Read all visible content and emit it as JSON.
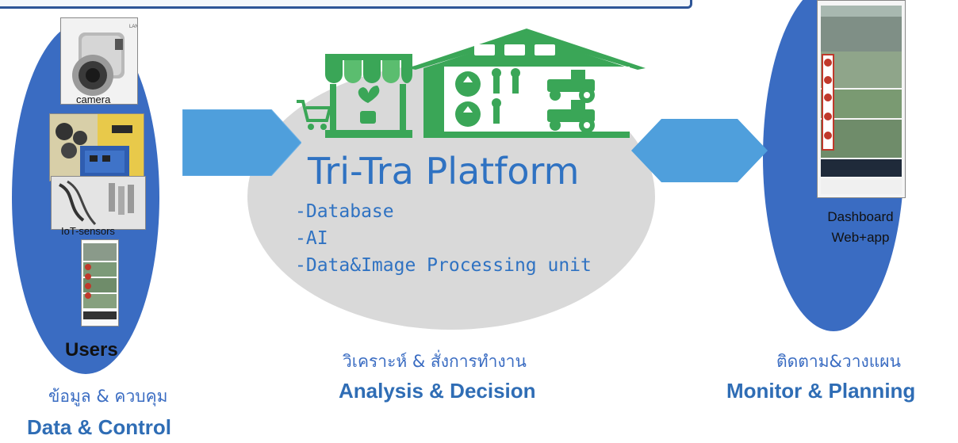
{
  "left": {
    "camera_label": "camera",
    "sensors_label": "IoT-sensors",
    "users_label": "Users",
    "caption_thai": "ข้อมูล & ควบคุม",
    "caption_en": "Data  & Control"
  },
  "center": {
    "title": "Tri-Tra Platform",
    "items": [
      "-Database",
      "-AI",
      "-Data&Image Processing unit"
    ],
    "caption_thai": "วิเคราะห์ & สั่งการทำงาน",
    "caption_en": "Analysis & Decision"
  },
  "right": {
    "dashboard_line1": "Dashboard",
    "dashboard_line2": "Web+app",
    "caption_thai": "ติดตาม&วางแผน",
    "caption_en": "Monitor & Planning"
  },
  "colors": {
    "ellipse_blue": "#3a6cc2",
    "platform_green": "#3aa657",
    "arrow_blue": "#4f9fdc",
    "text_blue": "#2f72c2",
    "center_gray": "#d9d9d9"
  }
}
